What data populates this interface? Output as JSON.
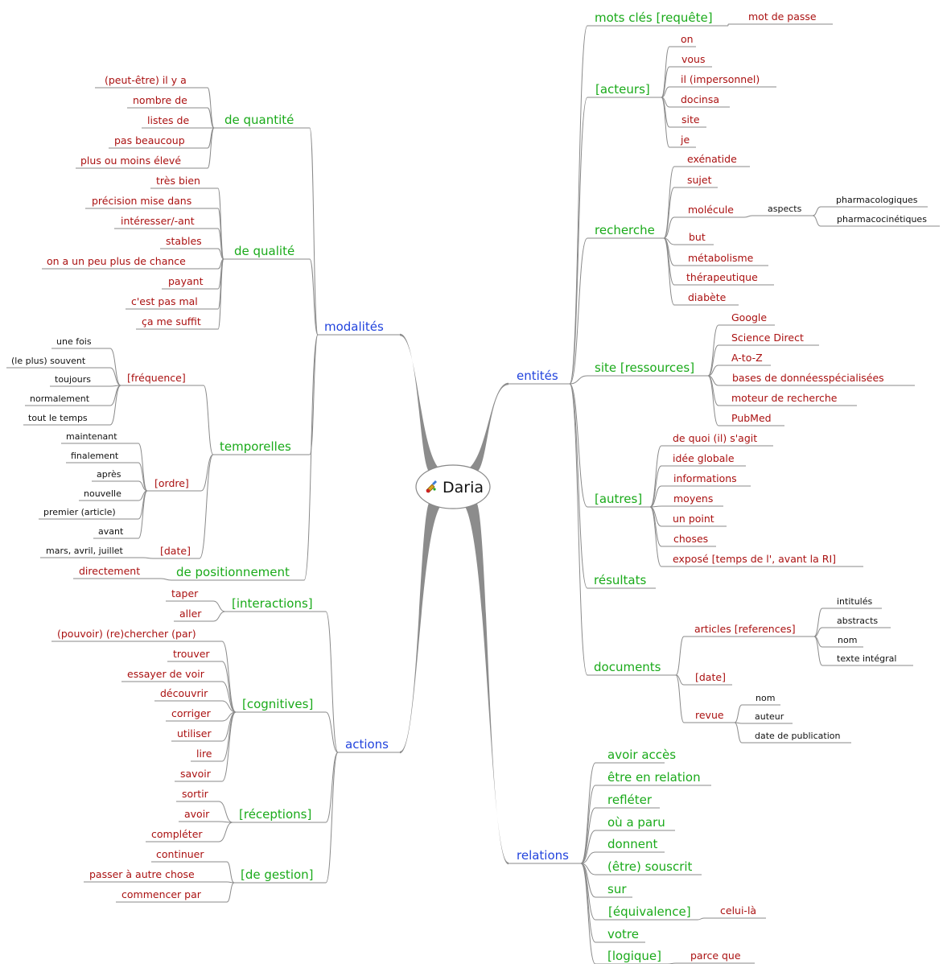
{
  "root": {
    "label": "Daria",
    "icon": "paint-icon"
  },
  "colors": {
    "level1": "#2244dd",
    "level2": "#1aaa1a",
    "level3": "#aa1111",
    "level4": "#111111",
    "lines": "#8a8a8a"
  },
  "tree": {
    "right": [
      {
        "label": "entités",
        "children": [
          {
            "label": "mots clés [requête]",
            "children": [
              {
                "label": "mot de passe"
              }
            ]
          },
          {
            "label": "[acteurs]",
            "children": [
              {
                "label": "on"
              },
              {
                "label": "vous"
              },
              {
                "label": "il (impersonnel)"
              },
              {
                "label": "docinsa"
              },
              {
                "label": "site"
              },
              {
                "label": "je"
              }
            ]
          },
          {
            "label": "recherche",
            "children": [
              {
                "label": "exénatide"
              },
              {
                "label": "sujet"
              },
              {
                "label": "molécule",
                "children": [
                  {
                    "label": "aspects",
                    "children": [
                      {
                        "label": "pharmacologiques"
                      },
                      {
                        "label": "pharmacocinétiques"
                      }
                    ]
                  }
                ]
              },
              {
                "label": "but"
              },
              {
                "label": "métabolisme"
              },
              {
                "label": "thérapeutique"
              },
              {
                "label": "diabète"
              }
            ]
          },
          {
            "label": "site [ressources]",
            "children": [
              {
                "label": "Google"
              },
              {
                "label": "Science Direct"
              },
              {
                "label": "A-to-Z"
              },
              {
                "label": "bases de donnéesspécialisées"
              },
              {
                "label": "moteur de recherche"
              },
              {
                "label": "PubMed"
              }
            ]
          },
          {
            "label": "[autres]",
            "children": [
              {
                "label": "de quoi (il) s'agit"
              },
              {
                "label": "idée globale"
              },
              {
                "label": "informations"
              },
              {
                "label": "moyens"
              },
              {
                "label": "un point"
              },
              {
                "label": "choses"
              },
              {
                "label": "exposé [temps de l', avant la RI]"
              }
            ]
          },
          {
            "label": "résultats"
          },
          {
            "label": "documents",
            "children": [
              {
                "label": "articles [references]",
                "children": [
                  {
                    "label": "intitulés"
                  },
                  {
                    "label": "abstracts"
                  },
                  {
                    "label": "nom"
                  },
                  {
                    "label": "texte intégral"
                  }
                ]
              },
              {
                "label": "[date]"
              },
              {
                "label": "revue",
                "children": [
                  {
                    "label": "nom"
                  },
                  {
                    "label": "auteur"
                  },
                  {
                    "label": "date de publication"
                  }
                ]
              }
            ]
          }
        ]
      },
      {
        "label": "relations",
        "children": [
          {
            "label": "avoir accès"
          },
          {
            "label": "être en relation"
          },
          {
            "label": "refléter"
          },
          {
            "label": "où a paru"
          },
          {
            "label": "donnent"
          },
          {
            "label": "(être) souscrit"
          },
          {
            "label": "sur"
          },
          {
            "label": "[équivalence]",
            "children": [
              {
                "label": "celui-là"
              }
            ]
          },
          {
            "label": "votre"
          },
          {
            "label": "[logique]",
            "children": [
              {
                "label": "parce que"
              }
            ]
          }
        ]
      }
    ],
    "left": [
      {
        "label": "modalités",
        "children": [
          {
            "label": "de quantité",
            "children": [
              {
                "label": "(peut-être) il y a"
              },
              {
                "label": "nombre de"
              },
              {
                "label": "listes de"
              },
              {
                "label": "pas beaucoup"
              },
              {
                "label": "plus ou moins élevé"
              }
            ]
          },
          {
            "label": "de qualité",
            "children": [
              {
                "label": "très bien"
              },
              {
                "label": "précision mise dans"
              },
              {
                "label": "intéresser/-ant"
              },
              {
                "label": "stables"
              },
              {
                "label": "on a un peu plus de chance"
              },
              {
                "label": "payant"
              },
              {
                "label": "c'est pas mal"
              },
              {
                "label": "ça me suffit"
              }
            ]
          },
          {
            "label": "temporelles",
            "children": [
              {
                "label": "[fréquence]",
                "children": [
                  {
                    "label": "une fois"
                  },
                  {
                    "label": "(le plus) souvent"
                  },
                  {
                    "label": "toujours"
                  },
                  {
                    "label": "normalement"
                  },
                  {
                    "label": "tout le temps"
                  }
                ]
              },
              {
                "label": "[ordre]",
                "children": [
                  {
                    "label": "maintenant"
                  },
                  {
                    "label": "finalement"
                  },
                  {
                    "label": "après"
                  },
                  {
                    "label": "nouvelle"
                  },
                  {
                    "label": "premier (article)"
                  },
                  {
                    "label": "avant"
                  }
                ]
              },
              {
                "label": "[date]",
                "children": [
                  {
                    "label": "mars, avril, juillet"
                  }
                ]
              }
            ]
          },
          {
            "label": "de positionnement",
            "children": [
              {
                "label": "directement"
              }
            ]
          }
        ]
      },
      {
        "label": "actions",
        "children": [
          {
            "label": "[interactions]",
            "children": [
              {
                "label": "taper"
              },
              {
                "label": "aller"
              }
            ]
          },
          {
            "label": "[cognitives]",
            "children": [
              {
                "label": "(pouvoir) (re)chercher (par)"
              },
              {
                "label": "trouver"
              },
              {
                "label": "essayer de voir"
              },
              {
                "label": "découvrir"
              },
              {
                "label": "corriger"
              },
              {
                "label": "utiliser"
              },
              {
                "label": "lire"
              },
              {
                "label": "savoir"
              }
            ]
          },
          {
            "label": "[réceptions]",
            "children": [
              {
                "label": "sortir"
              },
              {
                "label": "avoir"
              },
              {
                "label": "compléter"
              }
            ]
          },
          {
            "label": "[de gestion]",
            "children": [
              {
                "label": "continuer"
              },
              {
                "label": "passer à autre chose"
              },
              {
                "label": "commencer par"
              }
            ]
          }
        ]
      }
    ]
  }
}
